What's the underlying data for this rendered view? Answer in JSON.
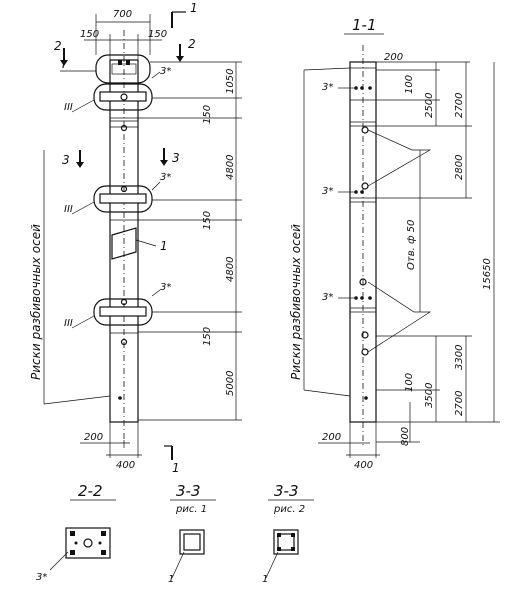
{
  "left_view": {
    "dim_top_width": "700",
    "dim_top_left": "150",
    "dim_top_right": "150",
    "dim_1050": "1050",
    "dim_150_a": "150",
    "dim_4800_a": "4800",
    "dim_150_b": "150",
    "dim_4800_b": "4800",
    "dim_150_c": "150",
    "dim_5000": "5000",
    "dim_bottom_200": "200",
    "dim_bottom_400": "400",
    "label_I": "I",
    "label_III_a": "III",
    "label_III_b": "III",
    "label_III_c": "III",
    "label_3star_a": "3*",
    "label_3star_b": "3*",
    "label_3star_c": "3*",
    "label_1": "1",
    "section_2_left": "2",
    "section_2_right": "2",
    "section_3_left": "3",
    "section_3_right": "3",
    "section_1_top": "1",
    "section_1_bottom": "1",
    "axis_note": "Риски разбивочных осей"
  },
  "right_view": {
    "title": "1-1",
    "dim_200": "200",
    "dim_100_a": "100",
    "dim_2500": "2500",
    "dim_2700_a": "2700",
    "dim_2800": "2800",
    "dim_hole": "Отв. ф 50",
    "dim_15650": "15650",
    "dim_3300": "3300",
    "dim_100_b": "100",
    "dim_3500": "3500",
    "dim_2700_b": "2700",
    "dim_800": "800",
    "dim_bottom_200": "200",
    "dim_bottom_400": "400",
    "label_3star_a": "3*",
    "label_3star_b": "3*",
    "label_3star_c": "3*",
    "axis_note": "Риски разбивочных осей"
  },
  "sections": {
    "s22_title": "2-2",
    "s22_label": "3*",
    "s33a_title": "3-3",
    "s33a_sub": "рис. 1",
    "s33a_label": "1",
    "s33b_title": "3-3",
    "s33b_sub": "рис. 2",
    "s33b_label": "1"
  }
}
